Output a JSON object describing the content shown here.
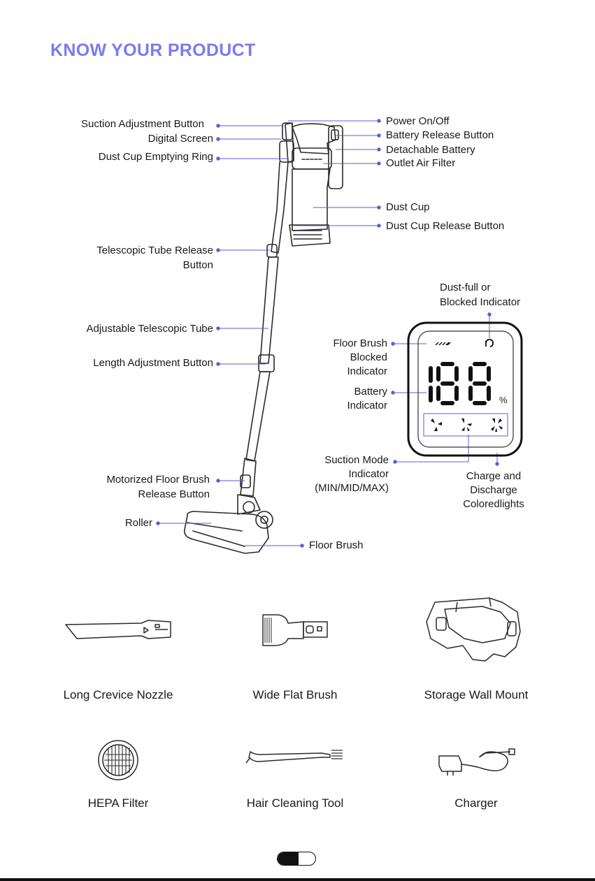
{
  "page_title": "KNOW YOUR PRODUCT",
  "labels_left": {
    "suction_adjustment_button": "Suction Adjustment Button",
    "digital_screen": "Digital Screen",
    "dust_cup_emptying_ring": "Dust Cup Emptying Ring",
    "telescopic_tube_release_1": "Telescopic Tube Release",
    "telescopic_tube_release_2": "Button",
    "adjustable_telescopic_tube": "Adjustable Telescopic Tube",
    "length_adjustment_button": "Length Adjustment Button",
    "motorized_floor_brush_1": "Motorized Floor Brush",
    "motorized_floor_brush_2": "Release Button",
    "roller": "Roller"
  },
  "labels_right": {
    "power_on_off": "Power On/Off",
    "battery_release_button": "Battery Release Button",
    "detachable_battery": "Detachable Battery",
    "outlet_air_filter": "Outlet Air Filter",
    "dust_cup": "Dust Cup",
    "dust_cup_release_button": "Dust Cup Release Button",
    "floor_brush": "Floor Brush"
  },
  "display_labels": {
    "dust_full_1": "Dust-full or",
    "dust_full_2": "Blocked Indicator",
    "floor_brush_blocked_1": "Floor Brush",
    "floor_brush_blocked_2": "Blocked",
    "floor_brush_blocked_3": "Indicator",
    "battery_indicator_1": "Battery",
    "battery_indicator_2": "Indicator",
    "suction_mode_1": "Suction Mode",
    "suction_mode_2": "Indicator",
    "suction_mode_3": "(MIN/MID/MAX)",
    "charge_1": "Charge and",
    "charge_2": "Discharge",
    "charge_3": "Coloredlights",
    "percent_sign": "%"
  },
  "accessories": [
    {
      "name": "Long Crevice Nozzle",
      "icon": "crevice-nozzle-icon"
    },
    {
      "name": "Wide Flat Brush",
      "icon": "flat-brush-icon"
    },
    {
      "name": "Storage Wall Mount",
      "icon": "wall-mount-icon"
    },
    {
      "name": "HEPA Filter",
      "icon": "hepa-filter-icon"
    },
    {
      "name": "Hair Cleaning Tool",
      "icon": "hair-tool-icon"
    },
    {
      "name": "Charger",
      "icon": "charger-icon"
    }
  ],
  "colors": {
    "accent": "#7b7bf0",
    "leader_line": "#5b5bd8",
    "ink": "#1a1a1a"
  }
}
